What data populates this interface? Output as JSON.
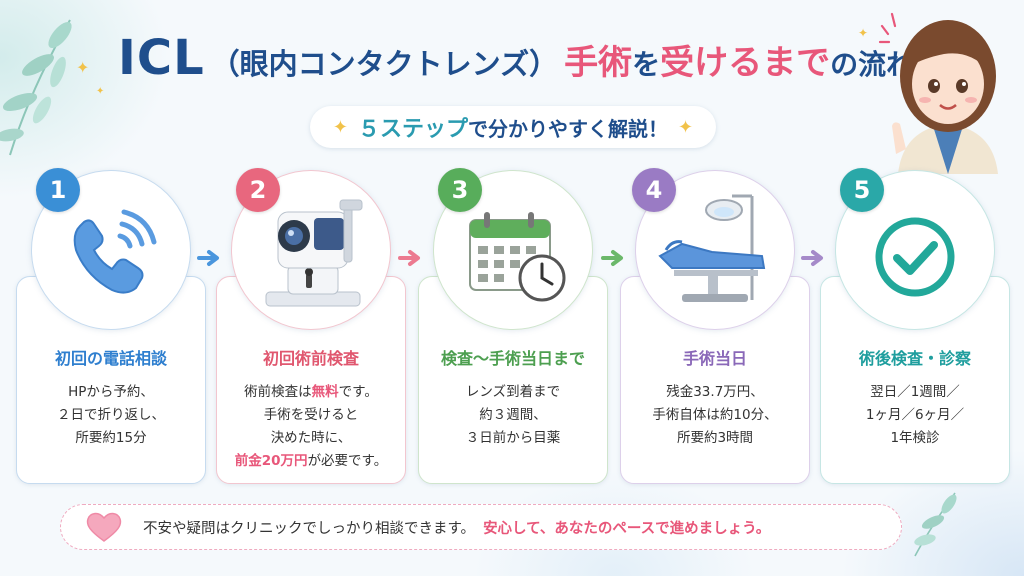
{
  "title": {
    "main": "ICL",
    "paren": "（眼内コンタクトレンズ）",
    "pink1": "手術",
    "navy1": "を",
    "pink2": "受けるまで",
    "navy2": "の流れ"
  },
  "subtitle": {
    "teal": "５ステップ",
    "rest": "で分かりやすく解説！"
  },
  "colors": {
    "navy": "#1f4e8c",
    "pink": "#e8577a",
    "step1": "#3a8fd6",
    "step2": "#e8677e",
    "step3": "#58ad5b",
    "step4": "#9a7bc4",
    "step5": "#2aa8a8"
  },
  "steps": [
    {
      "num": "1",
      "icon": "phone-icon",
      "title": "初回の電話相談",
      "lines": [
        "HPから予約、",
        "２日で折り返し、",
        "所要約15分"
      ]
    },
    {
      "num": "2",
      "icon": "eye-exam-machine-icon",
      "title": "初回術前検査",
      "line1_a": "術前検査は",
      "line1_b": "無料",
      "line1_c": "です。",
      "line2": "手術を受けると",
      "line3": "決めた時に、",
      "line4_a": "前金20万円",
      "line4_b": "が必要です。"
    },
    {
      "num": "3",
      "icon": "calendar-clock-icon",
      "title": "検査〜手術当日まで",
      "lines": [
        "レンズ到着まで",
        "約３週間、",
        "３日前から目薬"
      ]
    },
    {
      "num": "4",
      "icon": "surgery-bed-icon",
      "title": "手術当日",
      "lines": [
        "残金33.7万円、",
        "手術自体は約10分、",
        "所要約3時間"
      ]
    },
    {
      "num": "5",
      "icon": "check-circle-icon",
      "title": "術後検査・診察",
      "lines": [
        "翌日／1週間／",
        "1ヶ月／6ヶ月／",
        "1年検診"
      ]
    }
  ],
  "note": {
    "normal": "不安や疑問はクリニックでしっかり相談できます。",
    "pink": "安心して、あなたのペースで進めましょう。"
  }
}
